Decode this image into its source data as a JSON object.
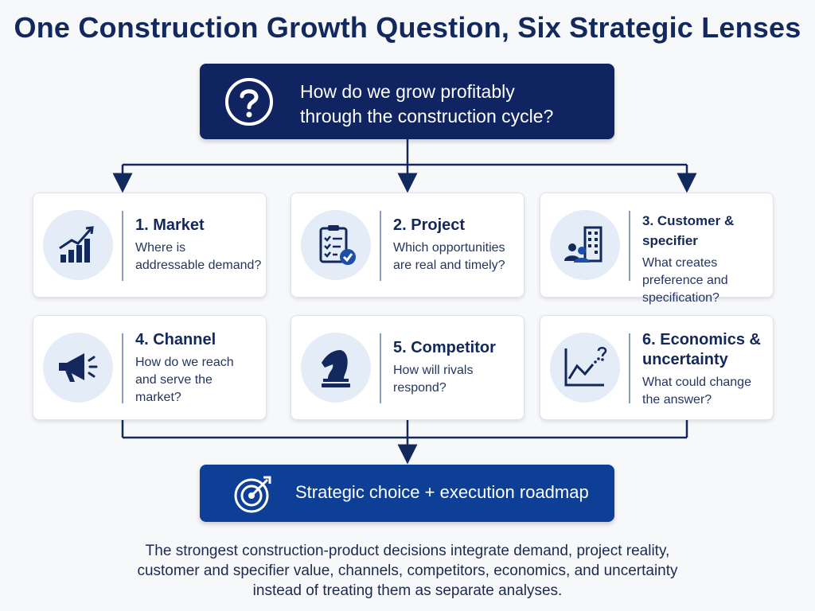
{
  "title": "One Construction Growth Question, Six Strategic Lenses",
  "question": {
    "icon": "question-circle-icon",
    "line1": "How do we grow profitably",
    "line2": "through the construction cycle?"
  },
  "lenses": [
    {
      "title": "1. Market",
      "icon": "bar-chart-growth-icon",
      "desc_lines": [
        "Where is",
        "addressable demand?"
      ]
    },
    {
      "title": "2. Project",
      "icon": "checklist-clipboard-icon",
      "desc_lines": [
        "Which opportunities",
        "are real and timely?"
      ]
    },
    {
      "title": "3. Customer & specifier",
      "icon": "people-building-icon",
      "desc_lines": [
        "What creates",
        "preference and",
        "specification?"
      ]
    },
    {
      "title_lines": [
        "4. Channel"
      ],
      "icon": "megaphone-icon",
      "desc_lines": [
        "How do we reach",
        "and serve the",
        "market?"
      ]
    },
    {
      "title": "5. Competitor",
      "icon": "chess-knight-icon",
      "desc_lines": [
        "How will rivals",
        "respond?"
      ]
    },
    {
      "title_lines": [
        "6. Economics &",
        "uncertainty"
      ],
      "icon": "trend-question-icon",
      "desc_lines": [
        "What could change",
        "the answer?"
      ]
    }
  ],
  "result": {
    "icon": "target-arrow-icon",
    "label": "Strategic choice + execution roadmap"
  },
  "footer": {
    "lines": [
      "The strongest construction-product decisions integrate demand, project reality,",
      "customer and specifier value, channels, competitors, economics, and uncertainty",
      "instead of treating them as separate analyses."
    ]
  },
  "colors": {
    "navy": "#0f2460",
    "result_blue": "#0e3f96",
    "icon_bg": "#e4ecf8",
    "connector": "#13285c"
  }
}
